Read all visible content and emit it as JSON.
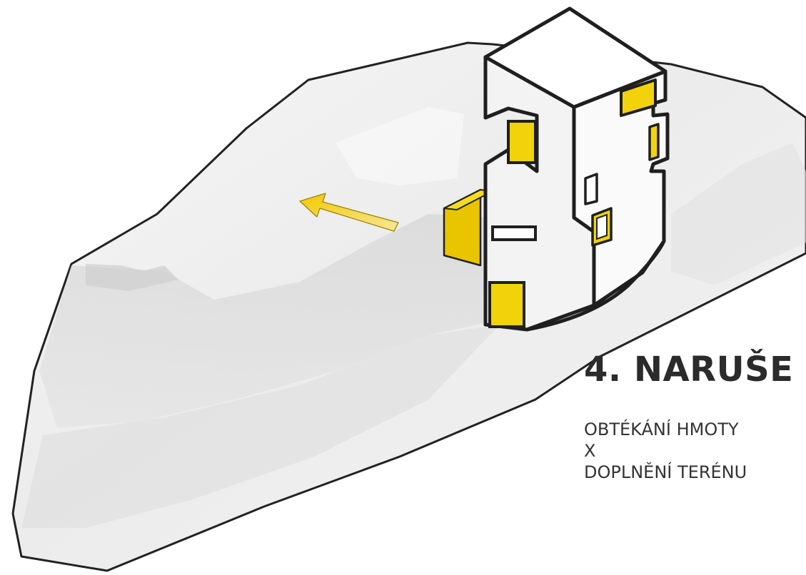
{
  "title": "4. NARUŠE",
  "caption_lines": [
    "OBTÉKÁNÍ HMOTY",
    "X",
    "DOPLNĚNÍ TERÉNU"
  ],
  "colors": {
    "accent": "#f2d20a",
    "outline": "#1f1f1f",
    "terrain": "#e6e6e6",
    "building": "#f3f3f3"
  },
  "icons": {
    "arrow": "flow-arrow-icon"
  }
}
